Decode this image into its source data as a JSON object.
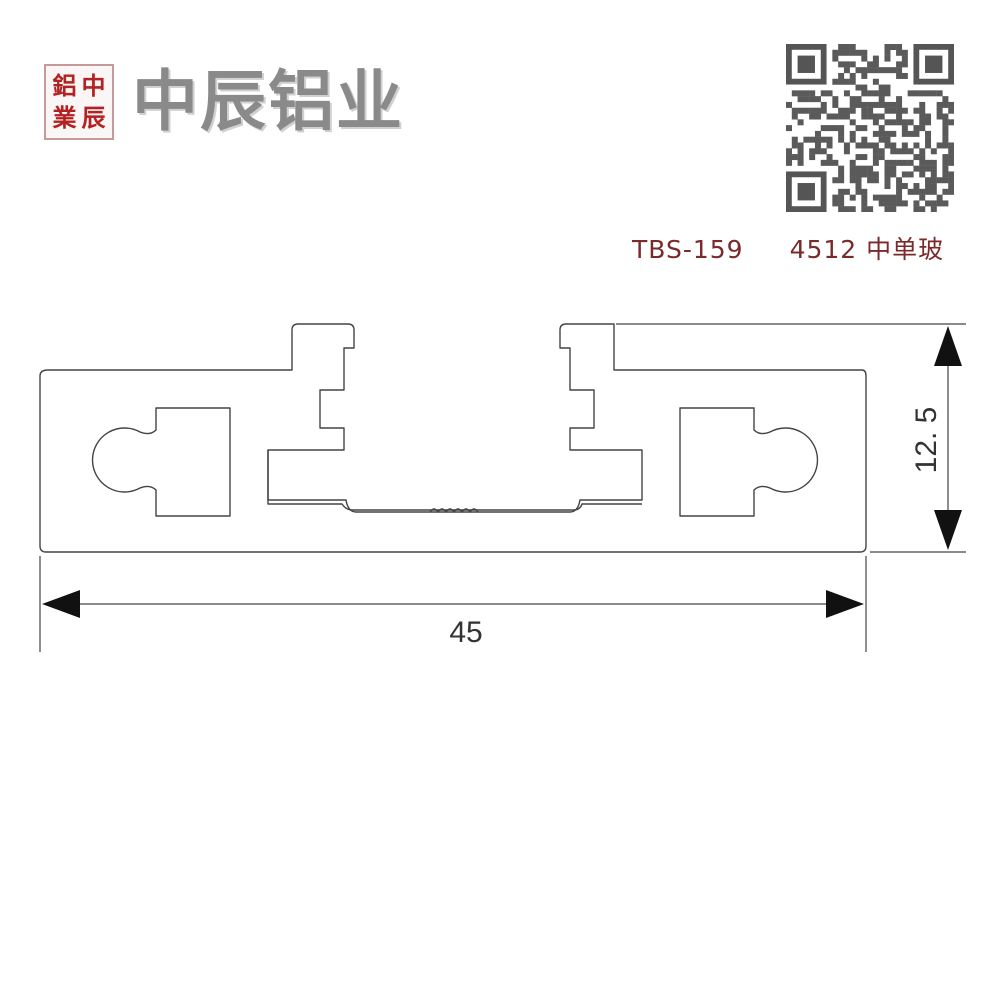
{
  "brand": {
    "seal_chars": [
      "中",
      "辰",
      "鋁",
      "業"
    ],
    "company_name": "中辰铝业",
    "seal_color": "#b22222",
    "name_color": "#8a8a8a"
  },
  "qr_code": {
    "icon": "qr-code-icon"
  },
  "product": {
    "model_code": "TBS-159",
    "spec": "4512",
    "type_name": "中单玻",
    "text_color": "#7a2a2a"
  },
  "dimensions": {
    "width_label": "45",
    "height_label": "12. 5"
  }
}
